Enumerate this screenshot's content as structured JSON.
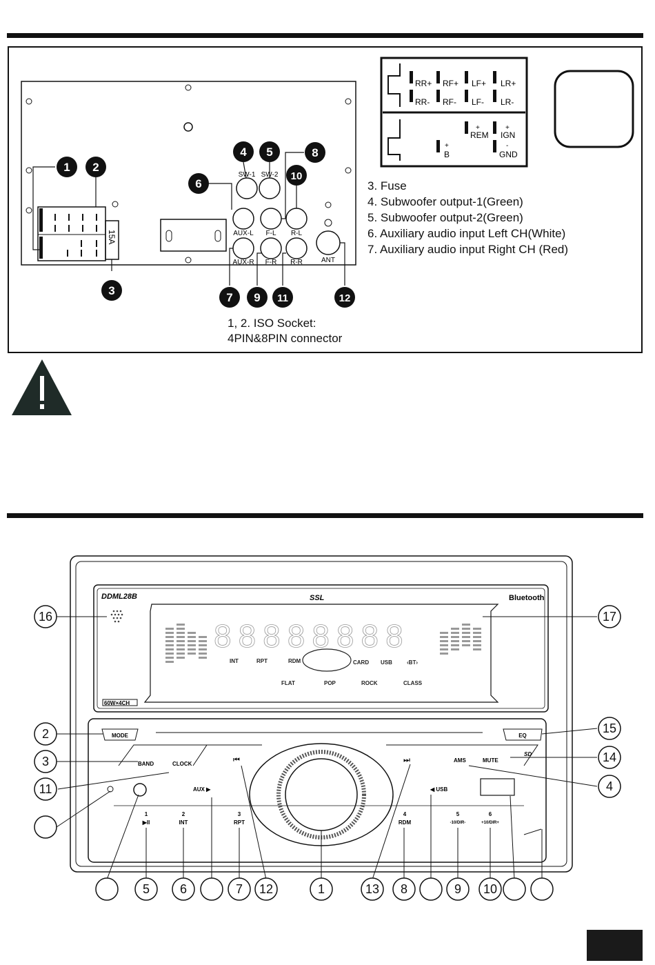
{
  "wiring": {
    "legend": [
      "3. Fuse",
      "4. Subwoofer output-1(Green)",
      "5. Subwoofer output-2(Green)",
      "6. Auxiliary audio input Left CH(White)",
      "7. Auxiliary audio input Right CH (Red)"
    ],
    "iso_caption_line1": "1, 2. ISO Socket:",
    "iso_caption_line2": "4PIN&8PIN connector",
    "connector_labels": {
      "sw1": "SW-1",
      "sw2": "SW-2",
      "aux_l": "AUX-L",
      "aux_r": "AUX-R",
      "f_l": "F-L",
      "f_r": "F-R",
      "r_l": "R-L",
      "r_r": "R-R",
      "ant": "ANT",
      "fuse": "15A"
    },
    "iso_pins_top": [
      "RR+",
      "RF+",
      "LF+",
      "LR+",
      "RR-",
      "RF-",
      "LF-",
      "LR-"
    ],
    "iso_pins_bottom": [
      "+",
      "REM",
      "+",
      "IGN",
      "+",
      "B",
      "-",
      "GND"
    ],
    "callouts": [
      "1",
      "2",
      "3",
      "4",
      "5",
      "6",
      "7",
      "8",
      "9",
      "10",
      "11",
      "12"
    ]
  },
  "warning_icon": "exclamation-triangle-icon",
  "panel": {
    "model": "DDML28B",
    "brand": "SSL",
    "bluetooth": "Bluetooth",
    "power_badge": "60W×4CH",
    "segment_text": "88888888",
    "indicators": [
      "INT",
      "RPT",
      "RDM",
      "CARD",
      "USB",
      "‹BT›"
    ],
    "eq_presets": [
      "FLAT",
      "POP",
      "ROCK",
      "CLASS"
    ],
    "buttons": {
      "mode": "MODE",
      "eq": "EQ",
      "band": "BAND",
      "clock": "CLOCK",
      "aux": "AUX ▶",
      "usb": "◀ USB",
      "ams": "AMS",
      "mute": "MUTE",
      "prev": "⏮",
      "next": "⏭",
      "sd": "SD"
    },
    "presets": [
      {
        "num": "1",
        "label": "▶II"
      },
      {
        "num": "2",
        "label": "INT"
      },
      {
        "num": "3",
        "label": "RPT"
      },
      {
        "num": "4",
        "label": "RDM"
      },
      {
        "num": "5",
        "label": "-10/DIR-"
      },
      {
        "num": "6",
        "label": "+10/DIR+"
      }
    ],
    "callouts_left": [
      "16",
      "2",
      "3",
      "11",
      ""
    ],
    "callouts_right": [
      "17",
      "15",
      "14",
      "4"
    ],
    "callouts_bottom": [
      "",
      "5",
      "6",
      "",
      "7",
      "12",
      "1",
      "13",
      "8",
      "",
      "9",
      "10",
      "",
      ""
    ]
  }
}
